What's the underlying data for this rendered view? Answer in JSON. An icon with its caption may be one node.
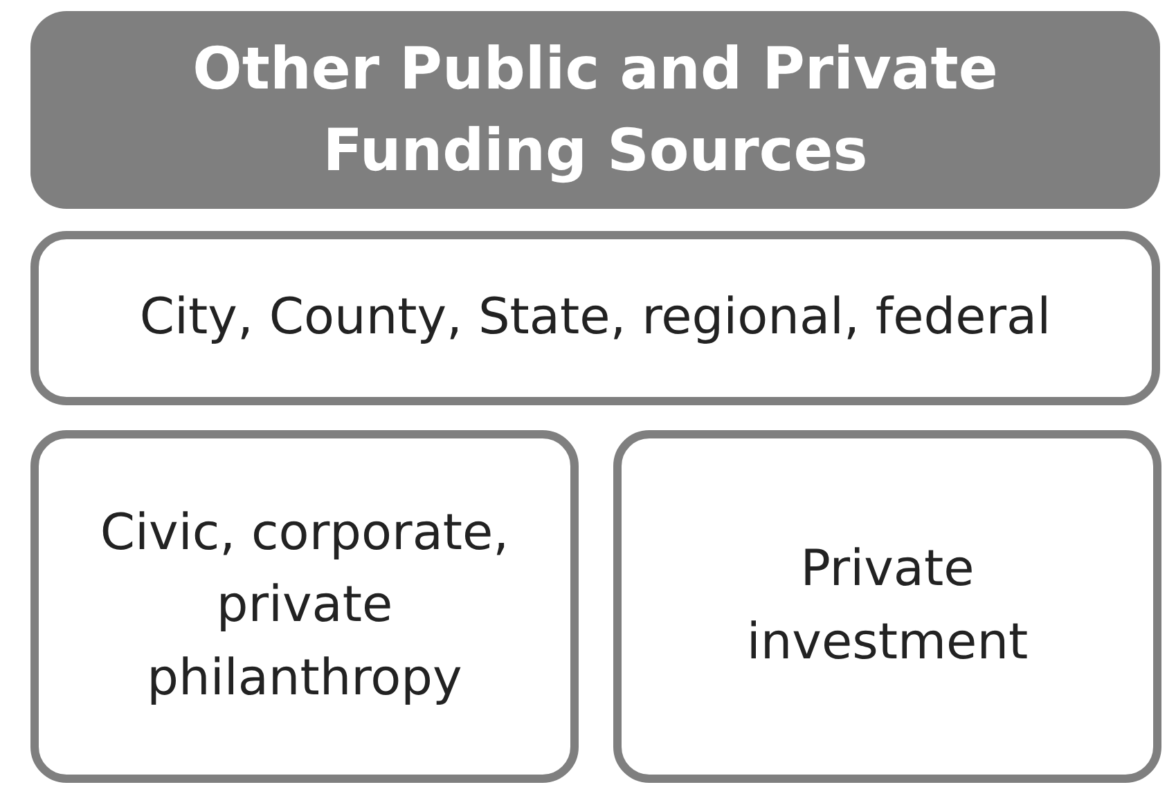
{
  "diagram": {
    "nodes": [
      {
        "text": [
          "Other Public and Private Funding Sources"
        ]
      },
      {
        "text": [
          "City, County, State, regional, federal"
        ]
      },
      {
        "text": [
          "Civic, corporate, private philanthropy"
        ]
      },
      {
        "text": [
          "Private investment"
        ]
      }
    ]
  }
}
